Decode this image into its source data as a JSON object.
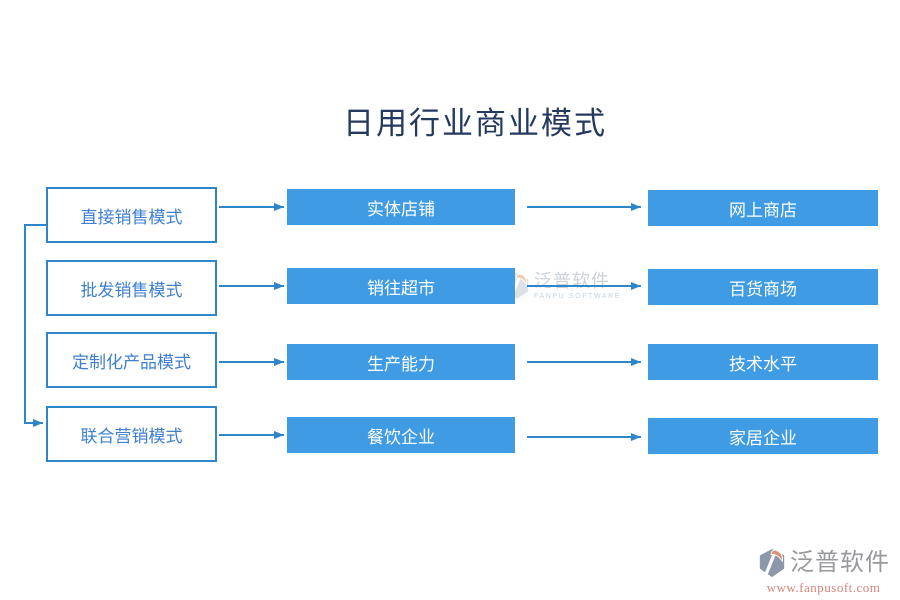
{
  "title": "日用行业商业模式",
  "rows": [
    {
      "left": "直接销售模式",
      "middle": "实体店铺",
      "right": "网上商店"
    },
    {
      "left": "批发销售模式",
      "middle": "销往超市",
      "right": "百货商场"
    },
    {
      "left": "定制化产品模式",
      "middle": "生产能力",
      "right": "技术水平"
    },
    {
      "left": "联合营销模式",
      "middle": "餐饮企业",
      "right": "家居企业"
    }
  ],
  "watermark": {
    "brand": "泛普软件",
    "subtitle": "FANPU SOFTWARE"
  },
  "footer_logo": {
    "brand": "泛普软件",
    "url": "www.fanpusoft.com"
  },
  "colors": {
    "box_fill": "#3F9BE4",
    "box_border": "#2E86C9",
    "left_text": "#3E7FD0",
    "connector": "#2E86C9",
    "title_text": "#24395E",
    "logo_gray": "#8C98A9",
    "logo_orange": "#DE8F74"
  }
}
